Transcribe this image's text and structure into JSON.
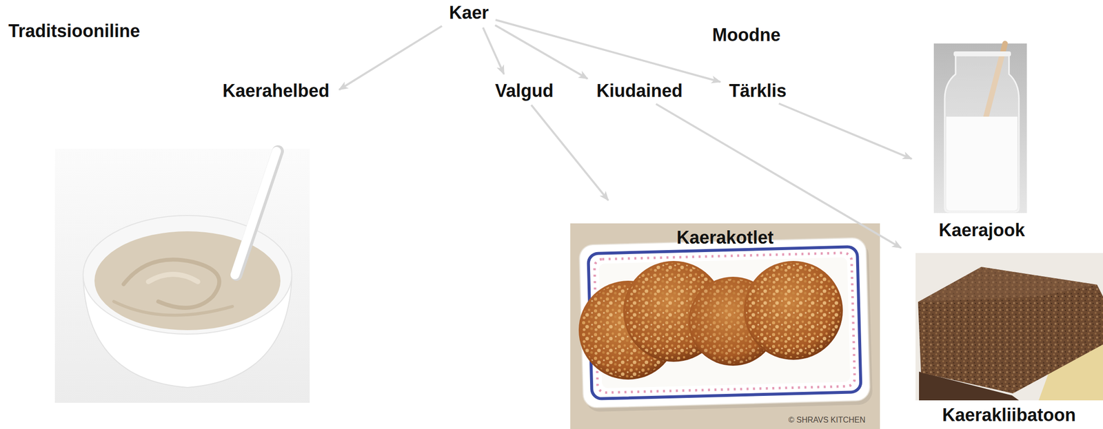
{
  "diagram": {
    "nodes": [
      {
        "text": [
          "Kaer"
        ]
      },
      {
        "text": [
          "Kaerahelbed"
        ]
      },
      {
        "text": [
          "Valgud"
        ]
      },
      {
        "text": [
          "Kiudained"
        ]
      },
      {
        "text": [
          "Tärklis"
        ]
      },
      {
        "text": [
          "Kaerajook"
        ]
      },
      {
        "text": [
          "Kaerakotlet"
        ]
      },
      {
        "text": [
          "Kaerakliibatoon"
        ]
      }
    ],
    "edges": [
      {
        "from": 0,
        "to": 1,
        "arrow": "to"
      },
      {
        "from": 0,
        "to": 2,
        "arrow": "to"
      },
      {
        "from": 0,
        "to": 3,
        "arrow": "to"
      },
      {
        "from": 0,
        "to": 4,
        "arrow": "to"
      },
      {
        "from": 2,
        "to": 6,
        "arrow": "to"
      },
      {
        "from": 3,
        "to": 7,
        "arrow": "to"
      },
      {
        "from": 4,
        "to": 5,
        "arrow": "to"
      }
    ],
    "labels": [
      "Traditsiooniline",
      "Moodne",
      "© SHRAVS KITCHEN"
    ]
  }
}
